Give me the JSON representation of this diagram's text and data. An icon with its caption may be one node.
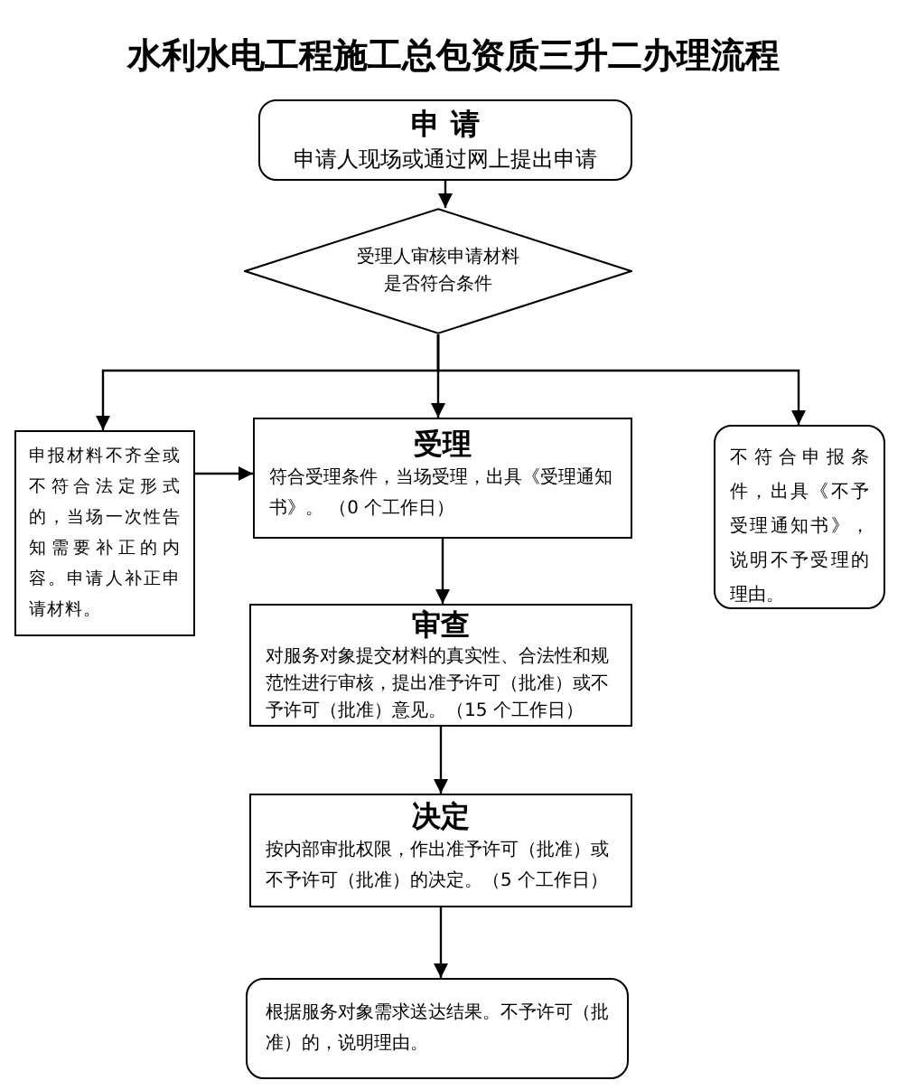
{
  "diagram": {
    "title": "水利水电工程施工总包资质三升二办理流程",
    "nodes": [
      {
        "text": [
          "申 请",
          "申请人现场或通过网上提出申请"
        ]
      },
      {
        "text": [
          "受理人审核申请材料是否符合条件"
        ]
      },
      {
        "text": [
          "申报材料不齐全或不符合法定形式的，当场一次性告知需要补正的内容。申请人补正申请材料。"
        ]
      },
      {
        "text": [
          "受理",
          "符合受理条件，当场受理，出具《受理通知书》。 （0 个工作日）"
        ]
      },
      {
        "text": [
          "不符合申报条件，出具《不予受理通知书》，说明不予受理的理由。"
        ]
      },
      {
        "text": [
          "审查",
          "对服务对象提交材料的真实性、合法性和规范性进行审核，提出准予许可（批准）或不予许可（批准）意见。（15 个工作日）"
        ]
      },
      {
        "text": [
          "决定",
          "按内部审批权限，作出准予许可（批准）或不予许可（批准）的决定。（5 个工作日）"
        ]
      },
      {
        "text": [
          "根据服务对象需求送达结果。不予许可（批准）的，说明理由。"
        ]
      }
    ],
    "edges": [
      {
        "from": 0,
        "to": 1,
        "arrow": "to"
      },
      {
        "from": 1,
        "to": 2,
        "arrow": "to"
      },
      {
        "from": 1,
        "to": 3,
        "arrow": "to"
      },
      {
        "from": 1,
        "to": 4,
        "arrow": "to"
      },
      {
        "from": 2,
        "to": 3,
        "arrow": "to"
      },
      {
        "from": 3,
        "to": 5,
        "arrow": "to"
      },
      {
        "from": 5,
        "to": 6,
        "arrow": "to"
      },
      {
        "from": 6,
        "to": 7,
        "arrow": "to"
      }
    ]
  }
}
